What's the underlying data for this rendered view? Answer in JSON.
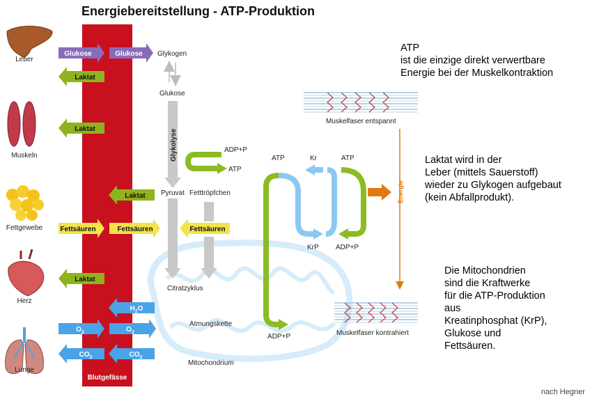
{
  "title": "Energiebereitstellung  -  ATP-Produktion",
  "organs": {
    "liver": "Leber",
    "muscles": "Muskeln",
    "fat": "Fettgewebe",
    "heart": "Herz",
    "lung": "Lunge"
  },
  "blood_vessel_label": "Blutgefässe",
  "arrows": {
    "glucose": "Glukose",
    "lactate": "Laktat",
    "fatty_acids": "Fettsäuren",
    "h2o_main": "H",
    "h2o_sub": "2",
    "h2o_end": "O",
    "o2_main": "O",
    "o2_sub": "2",
    "co2_main": "CO",
    "co2_sub": "2"
  },
  "pathway": {
    "glycogen": "Glykogen",
    "glucose": "Glukose",
    "glycolysis": "Glykolyse",
    "pyruvate": "Pyruvat",
    "fat_droplets": "Fetttröpfchen",
    "citric_cycle": "Citratzyklus",
    "respiratory_chain": "Atmungskette",
    "mitochondrion": "Mitochondrium"
  },
  "energy": {
    "adp_p": "ADP+P",
    "atp": "ATP",
    "kr": "Kr",
    "krp": "KrP",
    "energy_label": "Energie",
    "fiber_relaxed": "Muskelfaser entspannt",
    "fiber_contracted": "Muskelfaser kontrahiert"
  },
  "notes": {
    "atp_note": "ATP\nist die einzige direkt verwertbare\nEnergie bei der Muskelkontraktion",
    "lactate_note": "Laktat wird in der\nLeber (mittels Sauerstoff)\nwieder zu Glykogen aufgebaut\n(kein Abfallprodukt).",
    "mito_note": "Die Mitochondrien\nsind die Kraftwerke\nfür die ATP-Produktion\naus\nKreatinphosphat (KrP),\nGlukose und\nFettsäuren."
  },
  "credit": "nach Hegner",
  "colors": {
    "blood": "#c8101e",
    "glucose": "#8a6bb8",
    "lactate": "#8fb31e",
    "fatty_acids": "#f2e34a",
    "oxygen": "#4aa3e6",
    "atp_cycle": "#8cbb22",
    "creatine": "#8cc8f0",
    "energy": "#e07a10",
    "mito": "#d6ecfa"
  }
}
